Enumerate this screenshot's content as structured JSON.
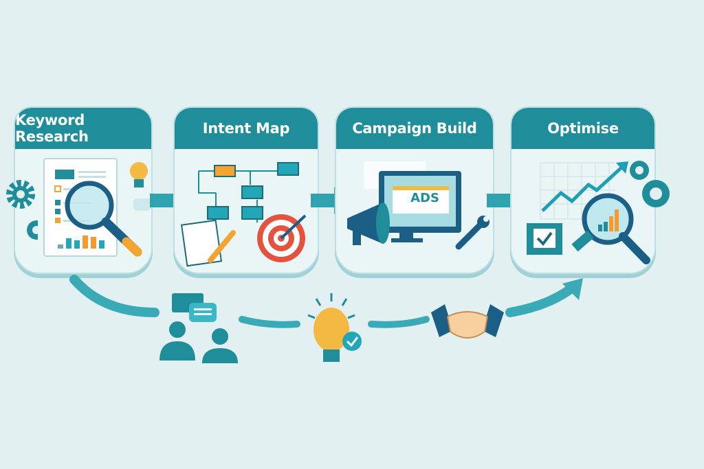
{
  "colors": {
    "background": "#e2f0f1",
    "header_teal": "#1f8e9a",
    "accent_orange": "#f4a531",
    "accent_red": "#e4533f",
    "dark_blue": "#1c5f86"
  },
  "stages": [
    {
      "label": "Keyword Research",
      "icons": [
        "document-icon",
        "magnifier-icon",
        "lightbulb-icon",
        "gear-icon",
        "chat-icon",
        "bar-chart-icon"
      ]
    },
    {
      "label": "Intent Map",
      "icons": [
        "flowchart-icon",
        "notepad-icon",
        "pencil-icon",
        "target-icon"
      ]
    },
    {
      "label": "Campaign Build",
      "icons": [
        "monitor-icon",
        "megaphone-icon",
        "wrench-icon"
      ],
      "screen_text": "ADS"
    },
    {
      "label": "Optimise",
      "icons": [
        "line-chart-icon",
        "magnifier-icon",
        "gear-icon",
        "checkbox-icon"
      ]
    }
  ],
  "bottom_flow": {
    "icons": [
      "people-chat-icon",
      "lightbulb-check-icon",
      "handshake-icon"
    ]
  }
}
